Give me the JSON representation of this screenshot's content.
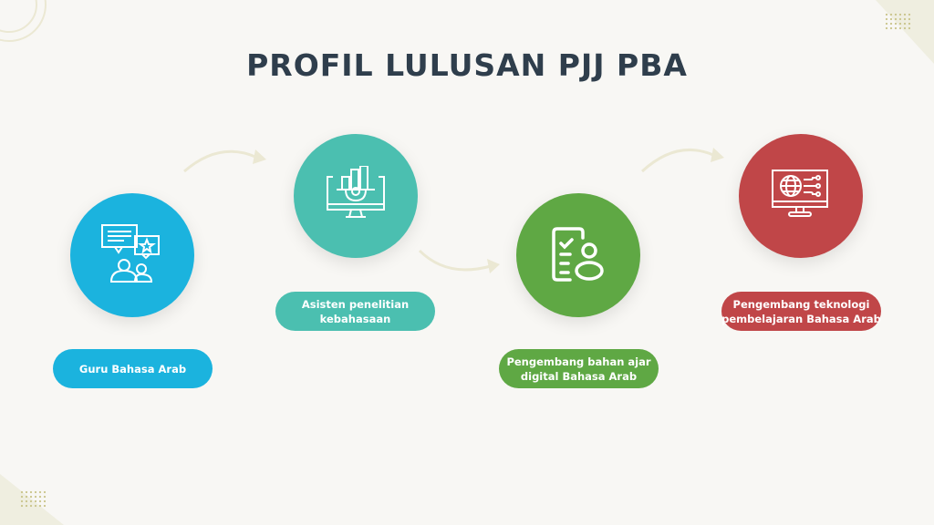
{
  "title": "PROFIL LULUSAN PJJ PBA",
  "colors": {
    "blue": "#1bb3de",
    "teal": "#4bbfb0",
    "green": "#5fa844",
    "red": "#c04648",
    "arrow": "#ebe8d3"
  },
  "profiles": [
    {
      "label": "Guru Bahasa Arab",
      "icon": "teacher-discussion-icon"
    },
    {
      "label": "Asisten penelitian\nkebahasaan",
      "icon": "monitor-chart-gear-icon"
    },
    {
      "label": "Pengembang bahan ajar\ndigital Bahasa Arab",
      "icon": "checklist-user-icon"
    },
    {
      "label": "Pengembang teknologi\npembelajaran Bahasa Arab",
      "icon": "monitor-globe-network-icon"
    }
  ]
}
